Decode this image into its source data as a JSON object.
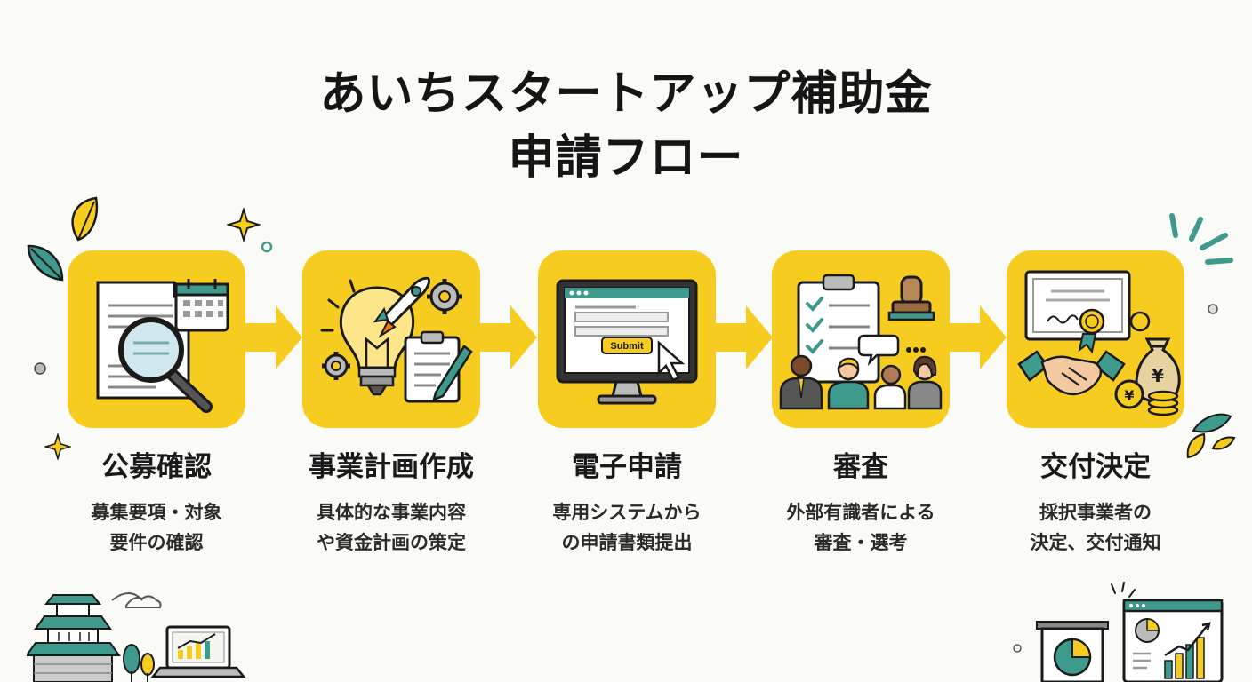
{
  "title": {
    "line1": "あいちスタートアップ補助金",
    "line2": "申請フロー"
  },
  "steps": [
    {
      "title": "公募確認",
      "desc1": "募集要項・対象",
      "desc2": "要件の確認",
      "icon": "document-magnifier-calendar-icon"
    },
    {
      "title": "事業計画作成",
      "desc1": "具体的な事業内容",
      "desc2": "や資金計画の策定",
      "icon": "lightbulb-rocket-clipboard-icon"
    },
    {
      "title": "電子申請",
      "desc1": "専用システムから",
      "desc2": "の申請書類提出",
      "icon": "computer-monitor-form-icon"
    },
    {
      "title": "審査",
      "desc1": "外部有識者による",
      "desc2": "審査・選考",
      "icon": "checklist-reviewers-stamp-icon"
    },
    {
      "title": "交付決定",
      "desc1": "採択事業者の",
      "desc2": "決定、交付通知",
      "icon": "certificate-handshake-money-icon"
    }
  ],
  "submit_label": "Submit",
  "colors": {
    "accent": "#f7cc21",
    "teal": "#3f9a8e",
    "dark": "#1a1a1a"
  }
}
